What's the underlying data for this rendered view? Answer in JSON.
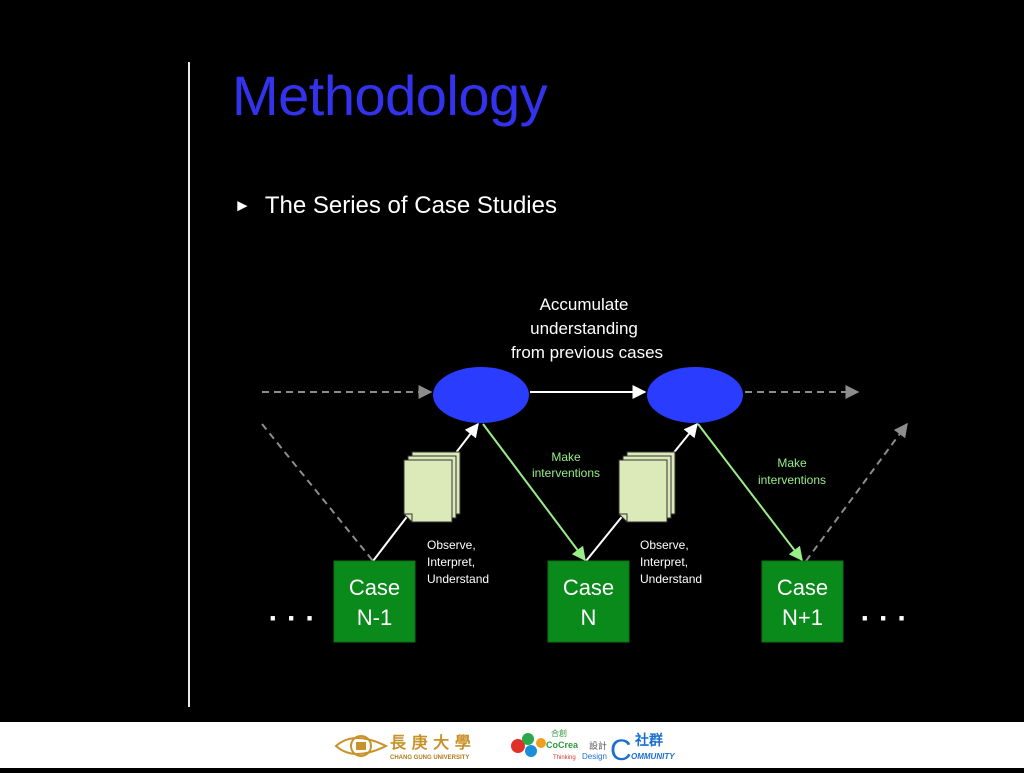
{
  "slide": {
    "title": "Methodology",
    "bullet_marker": "►",
    "bullet_text": "The Series of Case Studies"
  },
  "diagram": {
    "accumulate_lines": [
      "Accumulate",
      "understanding",
      "from previous cases"
    ],
    "make_interventions_lines": [
      "Make",
      "interventions"
    ],
    "observe_lines": [
      "Observe,",
      "Interpret,",
      "Understand"
    ],
    "cases": [
      {
        "line1": "Case",
        "line2": "N-1"
      },
      {
        "line1": "Case",
        "line2": "N"
      },
      {
        "line1": "Case",
        "line2": "N+1"
      }
    ],
    "ellipsis": "· · ·"
  },
  "footer": {
    "university_chinese": "長 庚 大 學",
    "university_english": "CHANG GUNG UNIVERSITY",
    "cocreate_small": "合創",
    "cocreate_text": "CoCrea",
    "thinking": "Thinking",
    "design": "Design",
    "design_chinese": "設計",
    "community_chinese": "社群",
    "community_text": "OMMUNITY",
    "community_letter": "C"
  },
  "colors": {
    "title": "#3333ee",
    "node_blue": "#2a3dff",
    "case_green": "#0a8a1a",
    "arrow_green": "#99ee88",
    "dashed_gray": "#8c8c8c",
    "doc_fill": "#dce9b8"
  }
}
